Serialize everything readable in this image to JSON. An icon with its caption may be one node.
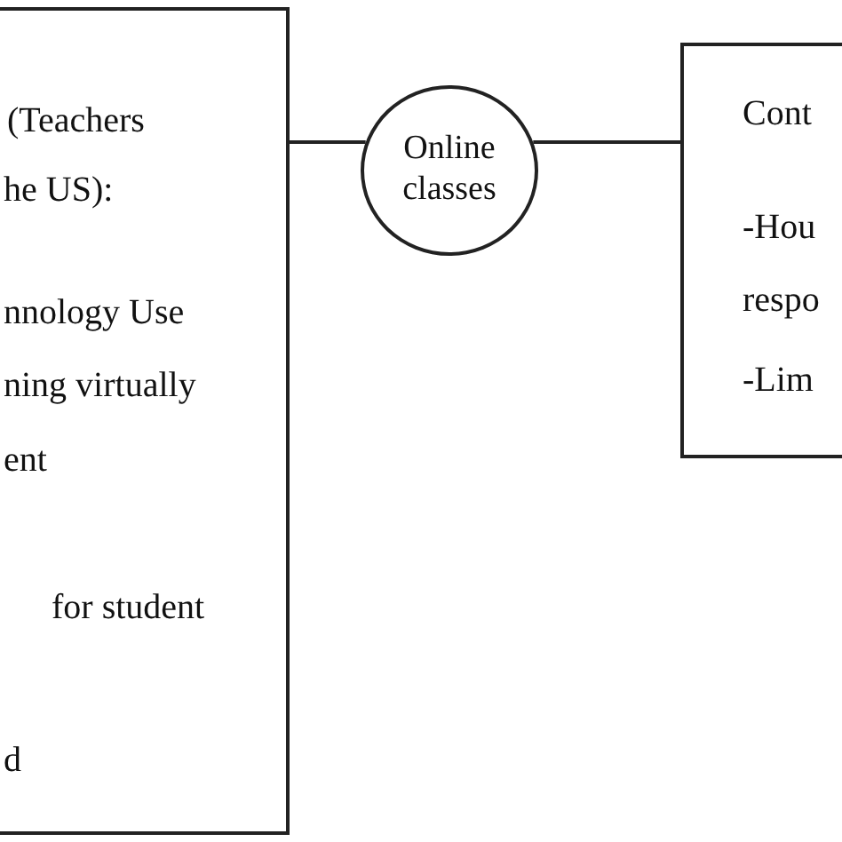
{
  "diagram": {
    "nodes": [
      {
        "text": [
          "(Teachers",
          "he US):",
          "nnology Use",
          "ning virtually",
          "ent",
          "for student",
          "d"
        ]
      },
      {
        "text": [
          "Online classes"
        ]
      },
      {
        "text": [
          "Cont",
          "-Hou",
          "respo",
          "-Lim"
        ]
      }
    ],
    "edges": [
      {
        "from": 0,
        "to": 1,
        "arrow": "none"
      },
      {
        "from": 1,
        "to": 2,
        "arrow": "none"
      }
    ]
  }
}
